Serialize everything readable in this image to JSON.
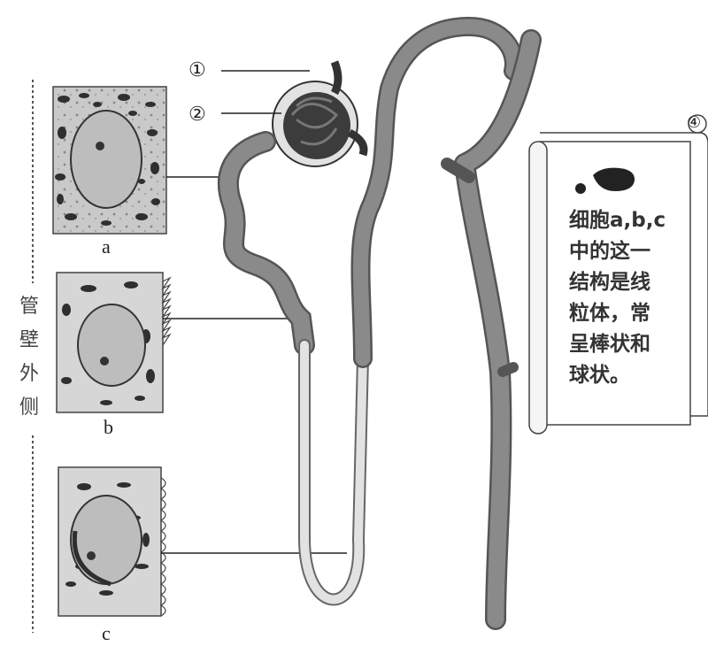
{
  "labels": {
    "marker_1": "①",
    "marker_2": "②",
    "marker_4": "④",
    "cell_a": "a",
    "cell_b": "b",
    "cell_c": "c"
  },
  "side_caption": [
    "管",
    "壁",
    "外",
    "侧"
  ],
  "note": {
    "text": "细胞a,b,c\n中的这一\n结构是线\n粒体，常\n呈棒状和\n球状。"
  },
  "colors": {
    "tubule": "#8a8a8a",
    "tubule_dark": "#5a5a5a",
    "thin_segment": "#d8d8d8",
    "cell_bg": "#cfcfcf",
    "nucleus": "#b9b9b9",
    "mitochondria": "#3a3a3a"
  }
}
